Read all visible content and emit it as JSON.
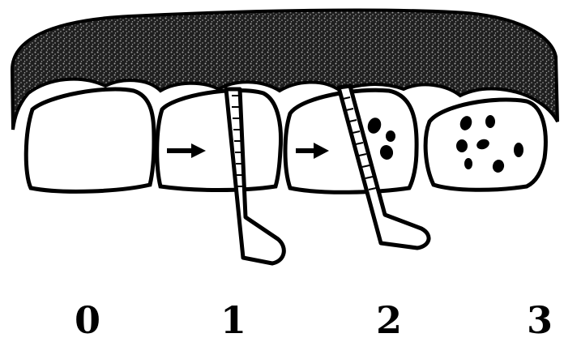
{
  "stages": [
    {
      "label": "0",
      "pocket_arrow": false,
      "probe": false,
      "lesions": 0
    },
    {
      "label": "1",
      "pocket_arrow": true,
      "probe": true,
      "lesions": 0
    },
    {
      "label": "2",
      "pocket_arrow": true,
      "probe": true,
      "lesions": 3
    },
    {
      "label": "3",
      "pocket_arrow": false,
      "probe": false,
      "lesions": 7
    }
  ],
  "colors": {
    "outline": "#000000",
    "fill": "#ffffff",
    "gingiva_dark": "#1a1a1a",
    "gingiva_light": "#9a9a9a"
  },
  "icons": {
    "gingiva": "stippled-gum-band",
    "arrow": "right-arrow",
    "probe": "periodontal-probe",
    "lesion": "dark-spot"
  }
}
